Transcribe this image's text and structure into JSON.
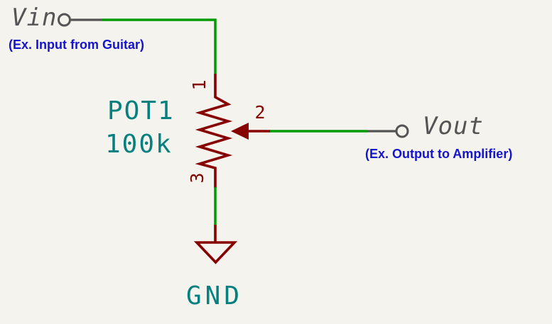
{
  "colors": {
    "background": "#F5F3ED",
    "wire": "#009B00",
    "symbol": "#870000",
    "field": "#067F7F",
    "note": "#1414CE",
    "label": "#545454"
  },
  "net_labels": {
    "vin": "Vin",
    "vout": "Vout",
    "gnd": "GND"
  },
  "annotations": {
    "input_note": "(Ex. Input from Guitar)",
    "output_note": "(Ex. Output to Amplifier)"
  },
  "potentiometer": {
    "reference": "POT1",
    "value": "100k",
    "pin_numbers": {
      "p1": "1",
      "p2": "2",
      "p3": "3"
    }
  }
}
